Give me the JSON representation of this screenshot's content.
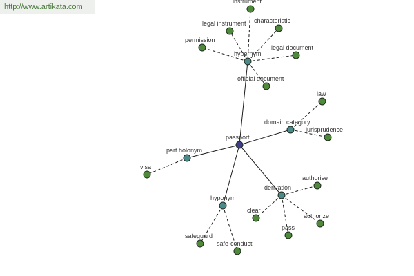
{
  "banner": {
    "url": "http://www.artikata.com"
  },
  "colors": {
    "root": "#3d3d8a",
    "relation": "#4a8a8a",
    "leaf": "#4e8a3a",
    "edge": "#1a1a1a"
  },
  "graph": {
    "nodes": [
      {
        "id": "passport",
        "label": "passport",
        "kind": "root"
      },
      {
        "id": "hypernym",
        "label": "hypernym",
        "kind": "relation"
      },
      {
        "id": "domain-category",
        "label": "domain category",
        "kind": "relation"
      },
      {
        "id": "part-holonym",
        "label": "part holonym",
        "kind": "relation"
      },
      {
        "id": "hyponym",
        "label": "hyponym",
        "kind": "relation"
      },
      {
        "id": "derivation",
        "label": "derivation",
        "kind": "relation"
      },
      {
        "id": "instrument",
        "label": "instrument",
        "kind": "leaf"
      },
      {
        "id": "legal-instrument",
        "label": "legal instrument",
        "kind": "leaf"
      },
      {
        "id": "characteristic",
        "label": "characteristic",
        "kind": "leaf"
      },
      {
        "id": "permission",
        "label": "permission",
        "kind": "leaf"
      },
      {
        "id": "legal-document",
        "label": "legal document",
        "kind": "leaf"
      },
      {
        "id": "official-document",
        "label": "official document",
        "kind": "leaf"
      },
      {
        "id": "law",
        "label": "law",
        "kind": "leaf"
      },
      {
        "id": "jurisprudence",
        "label": "jurisprudence",
        "kind": "leaf"
      },
      {
        "id": "visa",
        "label": "visa",
        "kind": "leaf"
      },
      {
        "id": "safeguard",
        "label": "safeguard",
        "kind": "leaf"
      },
      {
        "id": "safe-conduct",
        "label": "safe-conduct",
        "kind": "leaf"
      },
      {
        "id": "authorise",
        "label": "authorise",
        "kind": "leaf"
      },
      {
        "id": "clear",
        "label": "clear",
        "kind": "leaf"
      },
      {
        "id": "authorize",
        "label": "authorize",
        "kind": "leaf"
      },
      {
        "id": "pass",
        "label": "pass",
        "kind": "leaf"
      }
    ],
    "edges": [
      {
        "from": "passport",
        "to": "hypernym",
        "style": "solid"
      },
      {
        "from": "passport",
        "to": "domain-category",
        "style": "solid"
      },
      {
        "from": "passport",
        "to": "part-holonym",
        "style": "solid"
      },
      {
        "from": "passport",
        "to": "hyponym",
        "style": "solid"
      },
      {
        "from": "passport",
        "to": "derivation",
        "style": "solid"
      },
      {
        "from": "hypernym",
        "to": "instrument",
        "style": "dashed"
      },
      {
        "from": "hypernym",
        "to": "legal-instrument",
        "style": "dashed"
      },
      {
        "from": "hypernym",
        "to": "characteristic",
        "style": "dashed"
      },
      {
        "from": "hypernym",
        "to": "permission",
        "style": "dashed"
      },
      {
        "from": "hypernym",
        "to": "legal-document",
        "style": "dashed"
      },
      {
        "from": "hypernym",
        "to": "official-document",
        "style": "dashed"
      },
      {
        "from": "domain-category",
        "to": "law",
        "style": "dashed"
      },
      {
        "from": "domain-category",
        "to": "jurisprudence",
        "style": "dashed"
      },
      {
        "from": "part-holonym",
        "to": "visa",
        "style": "dashed"
      },
      {
        "from": "hyponym",
        "to": "safeguard",
        "style": "dashed"
      },
      {
        "from": "hyponym",
        "to": "safe-conduct",
        "style": "dashed"
      },
      {
        "from": "derivation",
        "to": "authorise",
        "style": "dashed"
      },
      {
        "from": "derivation",
        "to": "clear",
        "style": "dashed"
      },
      {
        "from": "derivation",
        "to": "authorize",
        "style": "dashed"
      },
      {
        "from": "derivation",
        "to": "pass",
        "style": "dashed"
      }
    ]
  }
}
